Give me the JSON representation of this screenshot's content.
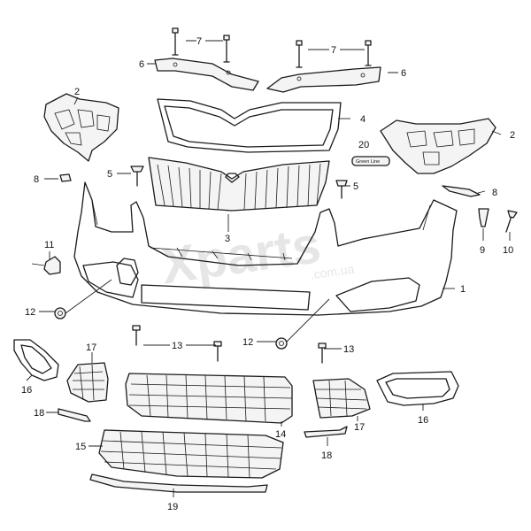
{
  "watermark": {
    "brand": "Xparts",
    "domain": ".com.ua"
  },
  "badge": {
    "text": "Green Line"
  },
  "callouts": {
    "c1": "1",
    "c2a": "2",
    "c2b": "2",
    "c3": "3",
    "c4": "4",
    "c5a": "5",
    "c5b": "5",
    "c6a": "6",
    "c6b": "6",
    "c7a": "7",
    "c7b": "7",
    "c8a": "8",
    "c8b": "8",
    "c9": "9",
    "c10": "10",
    "c11": "11",
    "c12a": "12",
    "c12b": "12",
    "c13a": "13",
    "c13b": "13",
    "c14": "14",
    "c15": "15",
    "c16a": "16",
    "c16b": "16",
    "c17a": "17",
    "c17b": "17",
    "c18a": "18",
    "c18b": "18",
    "c19": "19",
    "c20": "20"
  }
}
